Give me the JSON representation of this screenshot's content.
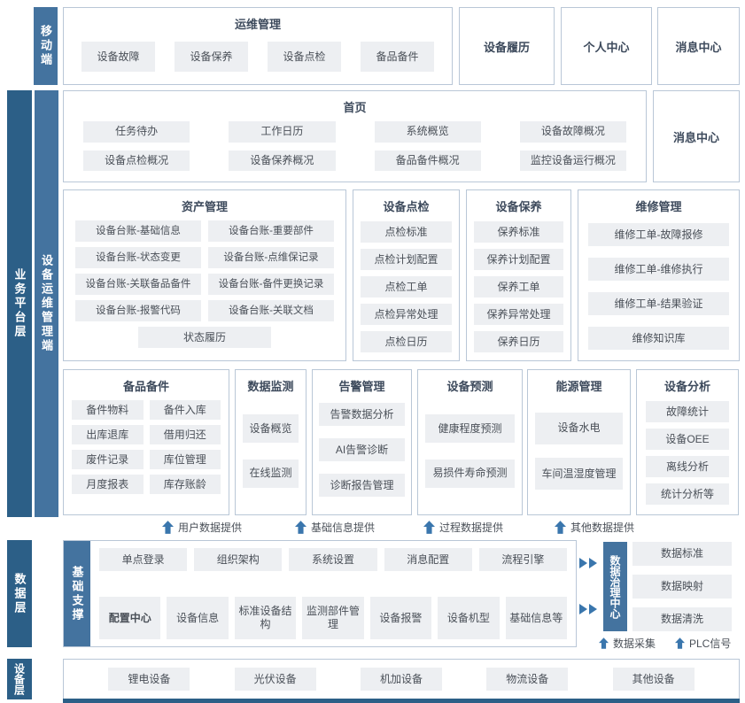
{
  "colors": {
    "dark_blue": "#2c5f87",
    "medium_blue": "#44739f",
    "border": "#b9c7d7",
    "button_bg": "#edeff2",
    "button_text": "#4a5058",
    "title_text": "#3d4a5c",
    "arrow": "#3a76ad"
  },
  "mobile": {
    "bar_label": "移动端",
    "ops": {
      "title": "运维管理",
      "items": [
        "设备故障",
        "设备保养",
        "设备点检",
        "备品备件"
      ]
    },
    "device_history": "设备履历",
    "personal_center": "个人中心",
    "message_center": "消息中心"
  },
  "business": {
    "bar_label": "业务平台层",
    "sub_bar_label": "设备运维管理端",
    "home": {
      "title": "首页",
      "items": [
        "任务待办",
        "工作日历",
        "系统概览",
        "设备故障概况",
        "设备点检概况",
        "设备保养概况",
        "备品备件概况",
        "监控设备运行概况"
      ],
      "message_center": "消息中心"
    },
    "asset": {
      "title": "资产管理",
      "items": [
        "设备台账-基础信息",
        "设备台账-重要部件",
        "设备台账-状态变更",
        "设备台账-点维保记录",
        "设备台账-关联备品备件",
        "设备台账-备件更换记录",
        "设备台账-报警代码",
        "设备台账-关联文档"
      ],
      "footer": "状态履历"
    },
    "inspection": {
      "title": "设备点检",
      "items": [
        "点检标准",
        "点检计划配置",
        "点检工单",
        "点检异常处理",
        "点检日历"
      ]
    },
    "maintenance": {
      "title": "设备保养",
      "items": [
        "保养标准",
        "保养计划配置",
        "保养工单",
        "保养异常处理",
        "保养日历"
      ]
    },
    "repair": {
      "title": "维修管理",
      "items": [
        "维修工单-故障报修",
        "维修工单-维修执行",
        "维修工单-结果验证",
        "维修知识库"
      ]
    },
    "spares": {
      "title": "备品备件",
      "items": [
        "备件物料",
        "备件入库",
        "出库退库",
        "借用归还",
        "废件记录",
        "库位管理",
        "月度报表",
        "库存账龄"
      ]
    },
    "monitoring": {
      "title": "数据监测",
      "items": [
        "设备概览",
        "在线监测"
      ]
    },
    "alarm": {
      "title": "告警管理",
      "items": [
        "告警数据分析",
        "AI告警诊断",
        "诊断报告管理"
      ]
    },
    "prediction": {
      "title": "设备预测",
      "items": [
        "健康程度预测",
        "易损件寿命预测"
      ]
    },
    "energy": {
      "title": "能源管理",
      "items": [
        "设备水电",
        "车间温湿度管理"
      ]
    },
    "analysis": {
      "title": "设备分析",
      "items": [
        "故障统计",
        "设备OEE",
        "离线分析",
        "统计分析等"
      ]
    }
  },
  "flows": [
    "用户数据提供",
    "基础信息提供",
    "过程数据提供",
    "其他数据提供"
  ],
  "data_layer": {
    "bar_label": "数据层",
    "support": {
      "bar_label": "基础支撑",
      "row1": [
        "单点登录",
        "组织架构",
        "系统设置",
        "消息配置",
        "流程引擎"
      ],
      "row2": [
        "配置中心",
        "设备信息",
        "标准设备结构",
        "监测部件管理",
        "设备报警",
        "设备机型",
        "基础信息等"
      ]
    },
    "governance": {
      "bar_label": "数据治理中心",
      "items": [
        "数据标准",
        "数据映射",
        "数据清洗"
      ]
    },
    "collect_labels": [
      "数据采集",
      "PLC信号"
    ]
  },
  "device_layer": {
    "bar_label": "设备层",
    "items": [
      "锂电设备",
      "光伏设备",
      "机加设备",
      "物流设备",
      "其他设备"
    ]
  }
}
